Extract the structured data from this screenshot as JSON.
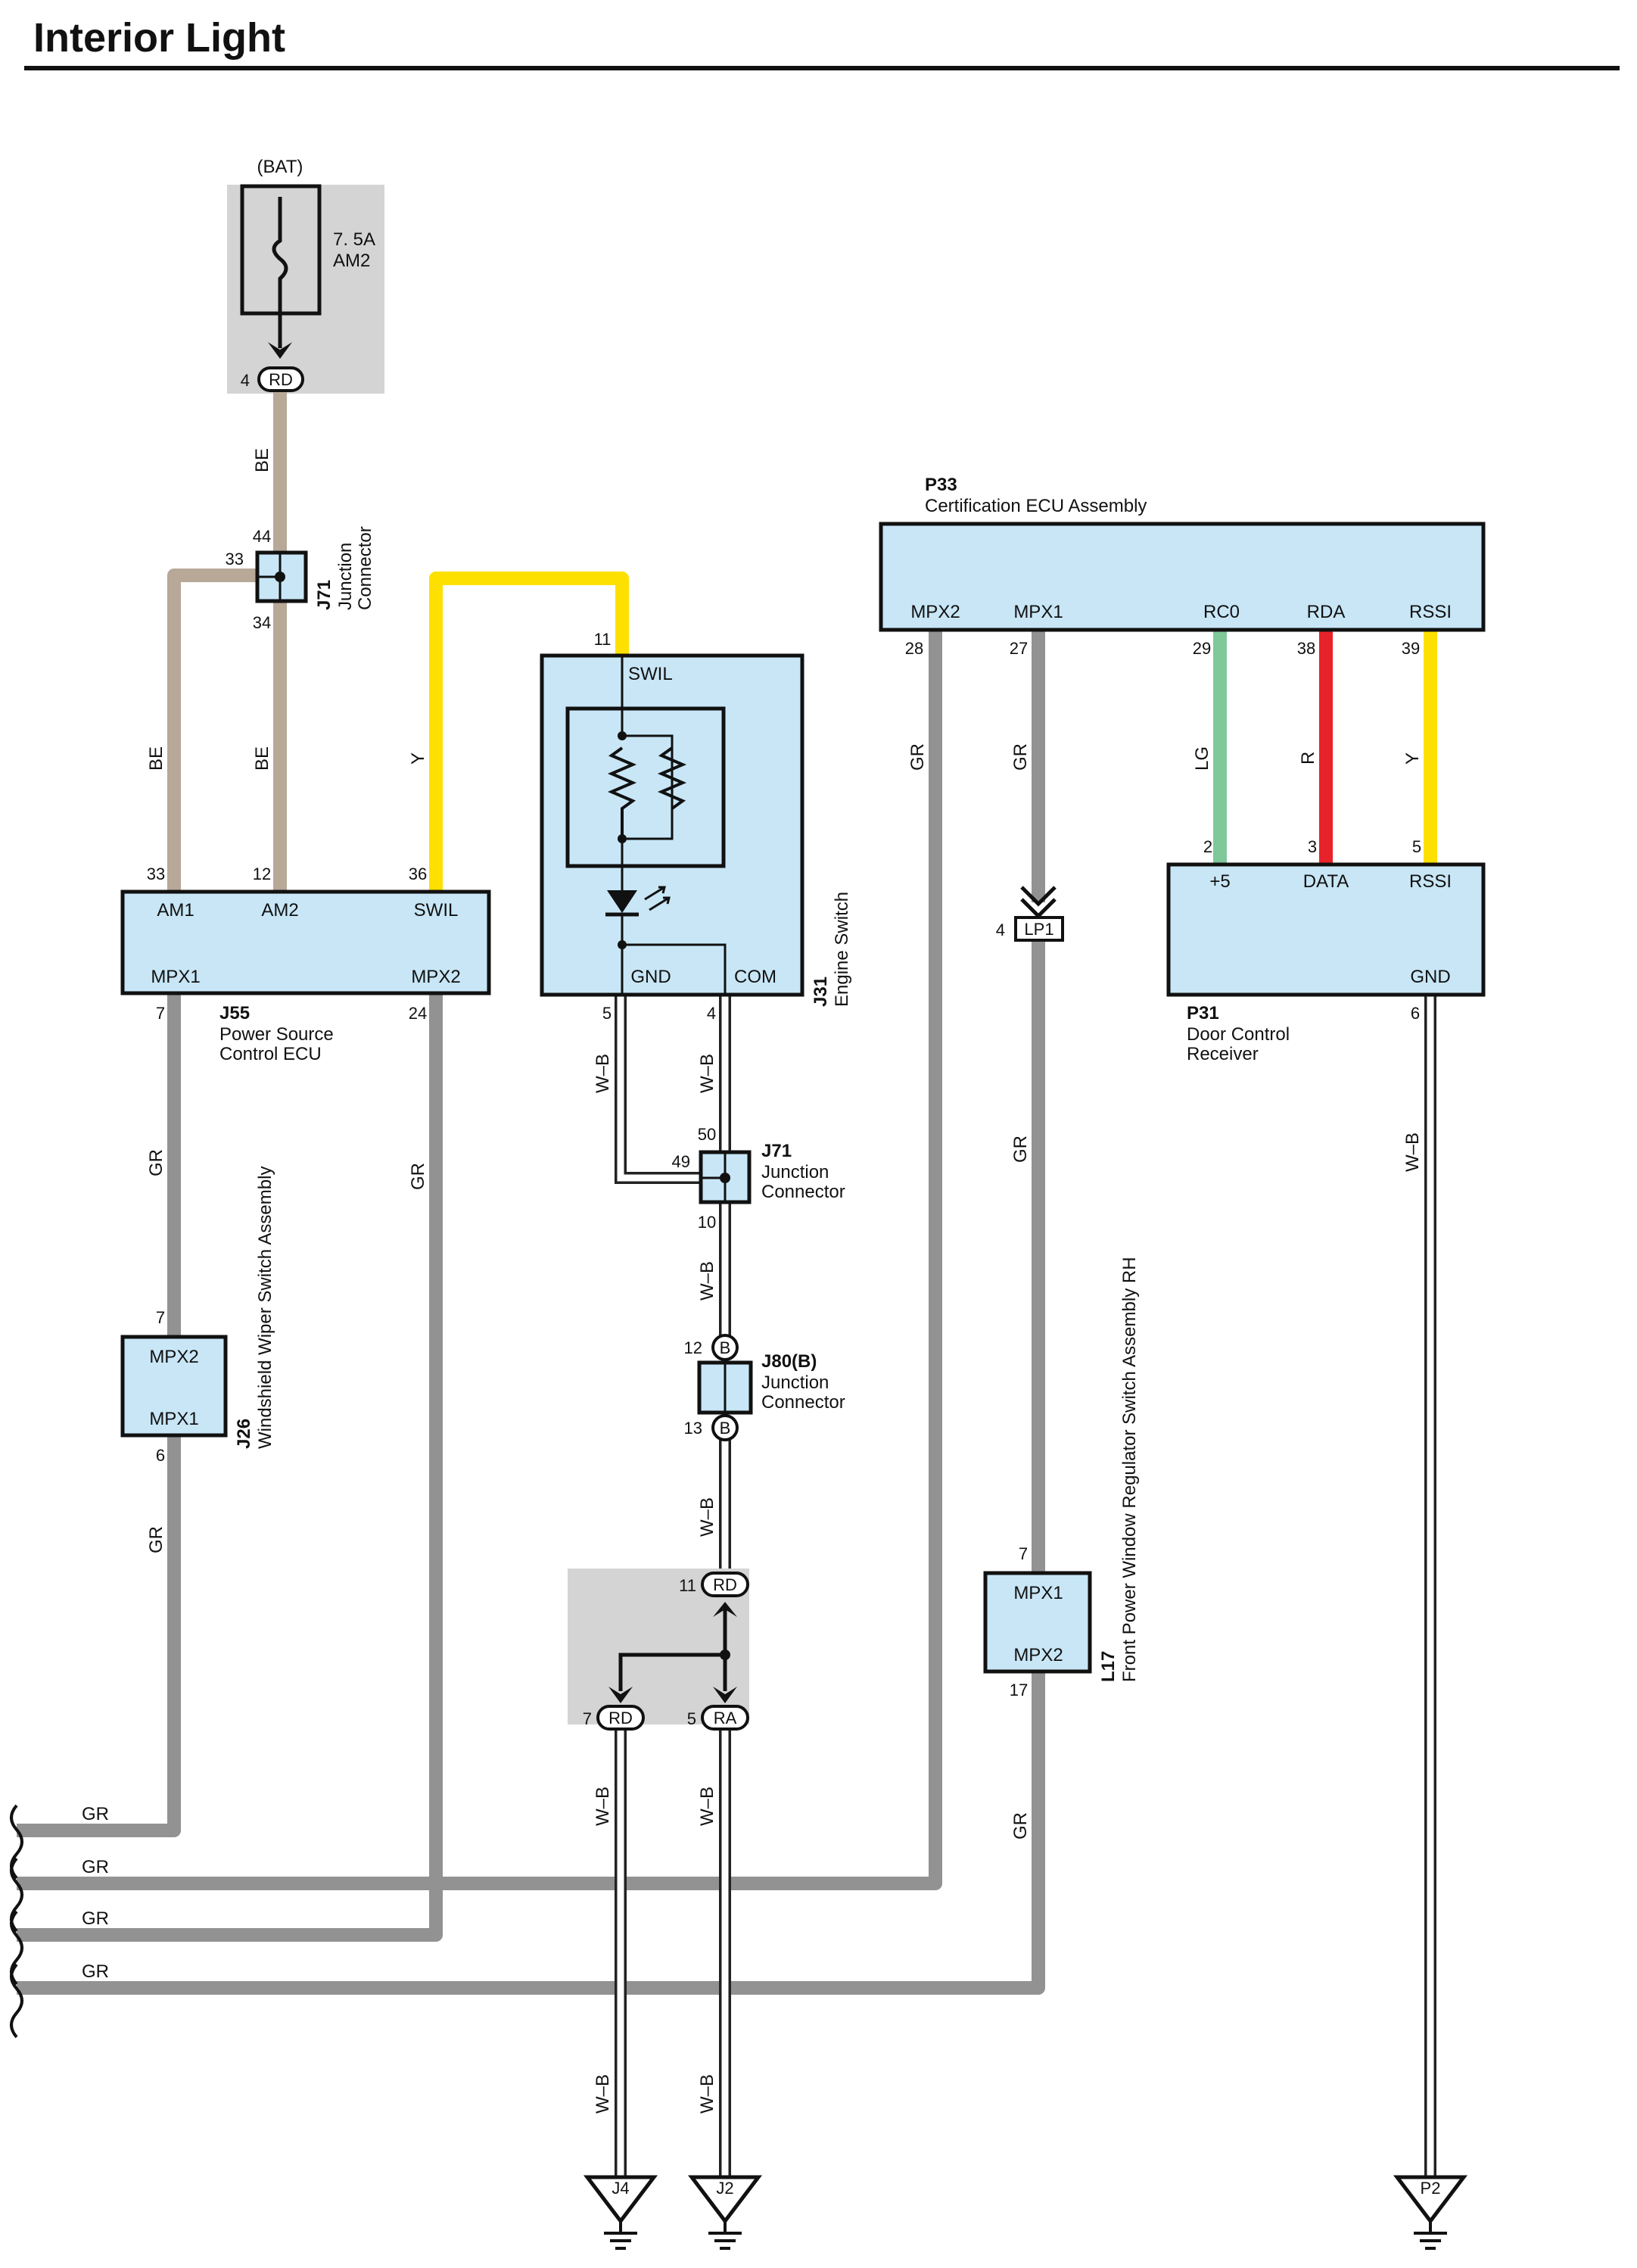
{
  "title": "Interior Light",
  "colors": {
    "BE": "#b8a898",
    "GR": "#929292",
    "Y": "#fde000",
    "LG": "#7ec89a",
    "R": "#e8222a",
    "WB": "#5a5a5a",
    "module_fill": "#c8e6f6",
    "junction_block_fill": "#d4d4d4"
  },
  "battery": {
    "source": "(BAT)",
    "fuse_rating": "7. 5A",
    "fuse_name": "AM2",
    "pin": "4",
    "connector": "RD"
  },
  "j71_upper": {
    "id": "J71",
    "name_line1": "Junction",
    "name_line2": "Connector",
    "pin_top": "44",
    "pin_left": "33",
    "pin_bottom": "34"
  },
  "j55": {
    "id": "J55",
    "name_line1": "Power Source",
    "name_line2": "Control ECU",
    "terminals": {
      "am1": "AM1",
      "am2": "AM2",
      "swil": "SWIL",
      "mpx1": "MPX1",
      "mpx2": "MPX2"
    },
    "pins": {
      "am1": "33",
      "am2": "12",
      "swil": "36",
      "mpx1": "7",
      "mpx2": "24"
    }
  },
  "j31": {
    "id": "J31",
    "name": "Engine Switch",
    "terminals": {
      "swil": "SWIL",
      "gnd": "GND",
      "com": "COM"
    },
    "pins": {
      "swil": "11",
      "gnd": "5",
      "com": "4"
    }
  },
  "j71_lower": {
    "id": "J71",
    "name_line1": "Junction",
    "name_line2": "Connector",
    "pin_top": "50",
    "pin_left": "49",
    "pin_bottom": "10"
  },
  "j80": {
    "id": "J80(B)",
    "name_line1": "Junction",
    "name_line2": "Connector",
    "pin_top": "12",
    "pin_bottom": "13",
    "tag": "B"
  },
  "junction_block_lower": {
    "pin_top": "11",
    "conn_top": "RD",
    "pin_left": "7",
    "conn_left": "RD",
    "pin_right": "5",
    "conn_right": "RA"
  },
  "j26": {
    "id": "J26",
    "name": "Windshield Wiper Switch Assembly",
    "terminals": {
      "mpx2": "MPX2",
      "mpx1": "MPX1"
    },
    "pins": {
      "mpx2": "7",
      "mpx1": "6"
    }
  },
  "p33": {
    "id": "P33",
    "name": "Certification ECU Assembly",
    "terminals": {
      "mpx2": "MPX2",
      "mpx1": "MPX1",
      "rco": "RC0",
      "rda": "RDA",
      "rssi": "RSSI"
    },
    "pins": {
      "mpx2": "28",
      "mpx1": "27",
      "rco": "29",
      "rda": "38",
      "rssi": "39"
    }
  },
  "lp1": {
    "pin": "4",
    "label": "LP1"
  },
  "p31": {
    "id": "P31",
    "name_line1": "Door Control",
    "name_line2": "Receiver",
    "terminals": {
      "p5": "+5",
      "data": "DATA",
      "rssi": "RSSI",
      "gnd": "GND"
    },
    "pins": {
      "p5": "2",
      "data": "3",
      "rssi": "5",
      "gnd": "6"
    }
  },
  "l17": {
    "id": "L17",
    "name": "Front Power Window Regulator Switch Assembly RH",
    "terminals": {
      "mpx1": "MPX1",
      "mpx2": "MPX2"
    },
    "pins": {
      "mpx1": "7",
      "mpx2": "17"
    }
  },
  "wire_codes": {
    "be": "BE",
    "gr": "GR",
    "y": "Y",
    "lg": "LG",
    "r": "R",
    "wb": "W–B"
  },
  "grounds": {
    "g1": "J4",
    "g2": "J2",
    "g3": "P2"
  }
}
